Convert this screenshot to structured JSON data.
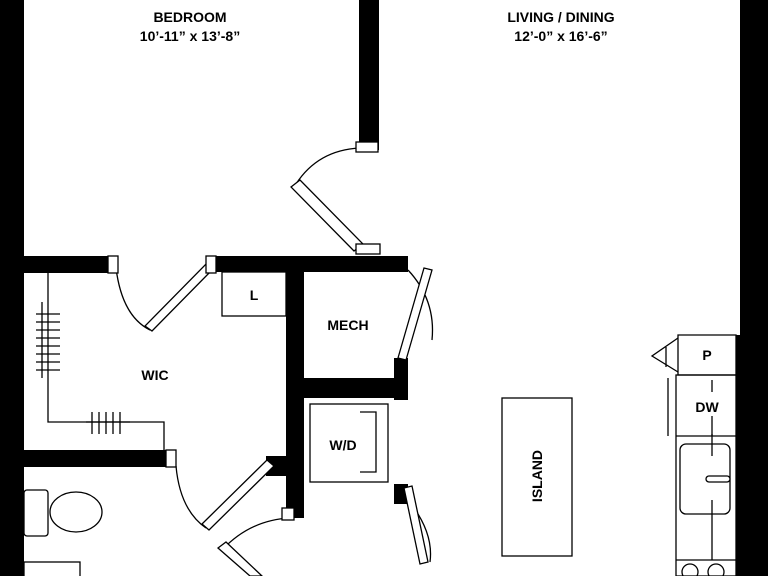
{
  "rooms": {
    "bedroom": {
      "name": "BEDROOM",
      "dims": "10’-11” x 13’-8”"
    },
    "living": {
      "name": "LIVING / DINING",
      "dims": "12’-0” x 16’-6”"
    },
    "wic": {
      "name": "WIC"
    },
    "mech": {
      "name": "MECH"
    },
    "linen": {
      "name": "L"
    },
    "washer_dryer": {
      "name": "W/D"
    },
    "island": {
      "name": "ISLAND"
    },
    "pantry": {
      "name": "P"
    },
    "dishwasher": {
      "name": "DW"
    }
  },
  "colors": {
    "wall": "#000000",
    "background": "#ffffff"
  }
}
